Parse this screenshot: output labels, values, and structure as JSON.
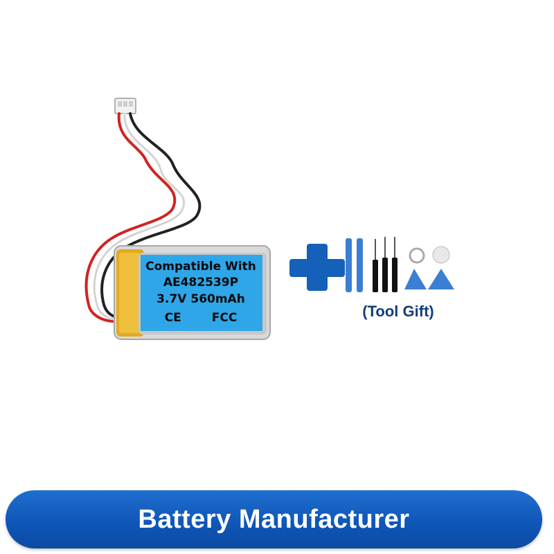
{
  "battery_label": {
    "line1": "Compatible With",
    "line2": "AE482539P",
    "line3": "3.7V 560mAh",
    "cert_ce": "CE",
    "cert_fcc": "FCC"
  },
  "tools": {
    "caption": "(Tool Gift)"
  },
  "banner": {
    "title": "Battery Manufacturer"
  },
  "colors": {
    "banner_blue": "#0f57b8",
    "label_blue": "#2fa6e8",
    "plus_blue": "#1560b8",
    "tool_blue": "#3b7fd4",
    "battery_gold": "#e0a820"
  }
}
